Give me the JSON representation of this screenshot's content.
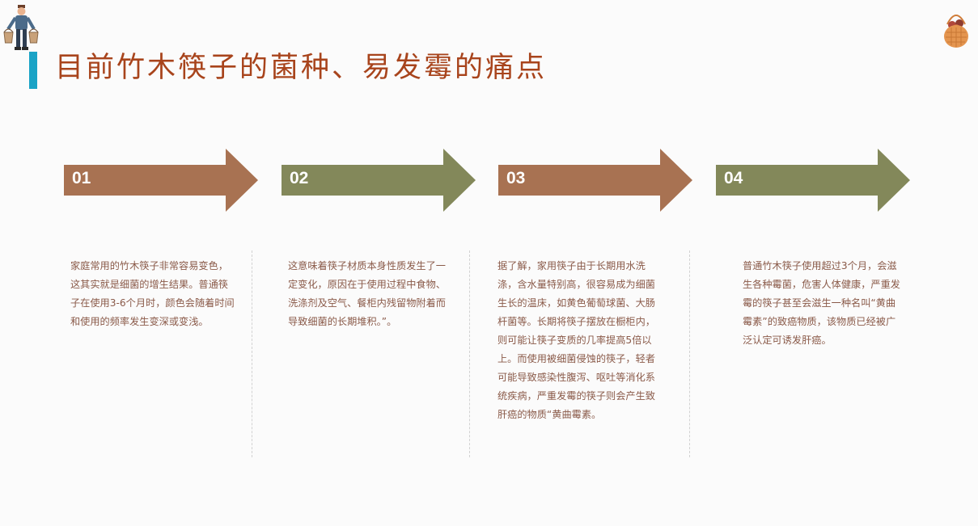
{
  "page": {
    "title": "目前竹木筷子的菌种、易发霉的痛点"
  },
  "icons": {
    "top_left": "person-carrying-buckets-icon",
    "top_right": "basket-icon"
  },
  "colors": {
    "accent": "#1aa3c6",
    "title": "#a8441c",
    "arrow_brown": "#a87252",
    "arrow_green": "#83885a",
    "body_text": "#8a5a49"
  },
  "steps": [
    {
      "number": "01",
      "text": "家庭常用的竹木筷子非常容易变色，这其实就是细菌的增生结果。普通筷子在使用3-6个月时，颜色会随着时间和使用的频率发生变深或变浅。"
    },
    {
      "number": "02",
      "text": "这意味着筷子材质本身性质发生了一定变化，原因在于使用过程中食物、洗涤剂及空气、餐柜内残留物附着而导致细菌的长期堆积。”。"
    },
    {
      "number": "03",
      "text": "据了解，家用筷子由于长期用水洗涤，含水量特别高，很容易成为细菌生长的温床，如黄色葡萄球菌、大肠杆菌等。长期将筷子摆放在橱柜内，则可能让筷子变质的几率提高5倍以上。而使用被细菌侵蚀的筷子，轻者可能导致感染性腹泻、呕吐等消化系统疾病，严重发霉的筷子则会产生致肝癌的物质“黄曲霉素。"
    },
    {
      "number": "04",
      "text": "普通竹木筷子使用超过3个月，会滋生各种霉菌，危害人体健康，严重发霉的筷子甚至会滋生一种名叫“黄曲霉素”的致癌物质，该物质已经被广泛认定可诱发肝癌。"
    }
  ]
}
